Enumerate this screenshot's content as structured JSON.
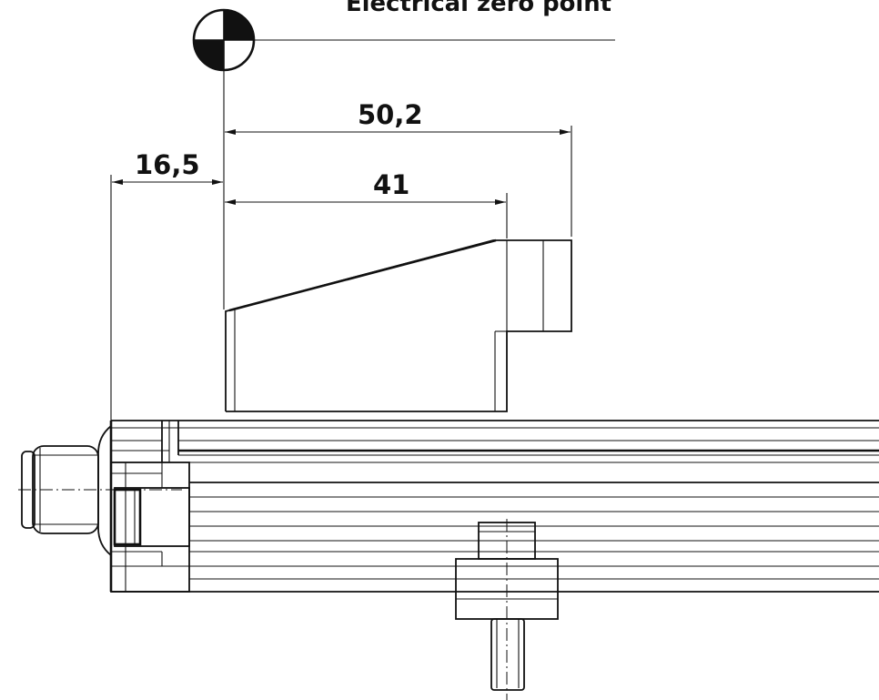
{
  "drawing": {
    "zero_point_label": "Electrical zero point",
    "dimensions": [
      {
        "id": "dim-50-2",
        "label": "50,2"
      },
      {
        "id": "dim-41",
        "label": "41"
      },
      {
        "id": "dim-16-5",
        "label": "16,5"
      }
    ],
    "colors": {
      "line": "#111111",
      "background": "#ffffff"
    },
    "symbols": {
      "zero_point": "datum-target-icon"
    }
  }
}
